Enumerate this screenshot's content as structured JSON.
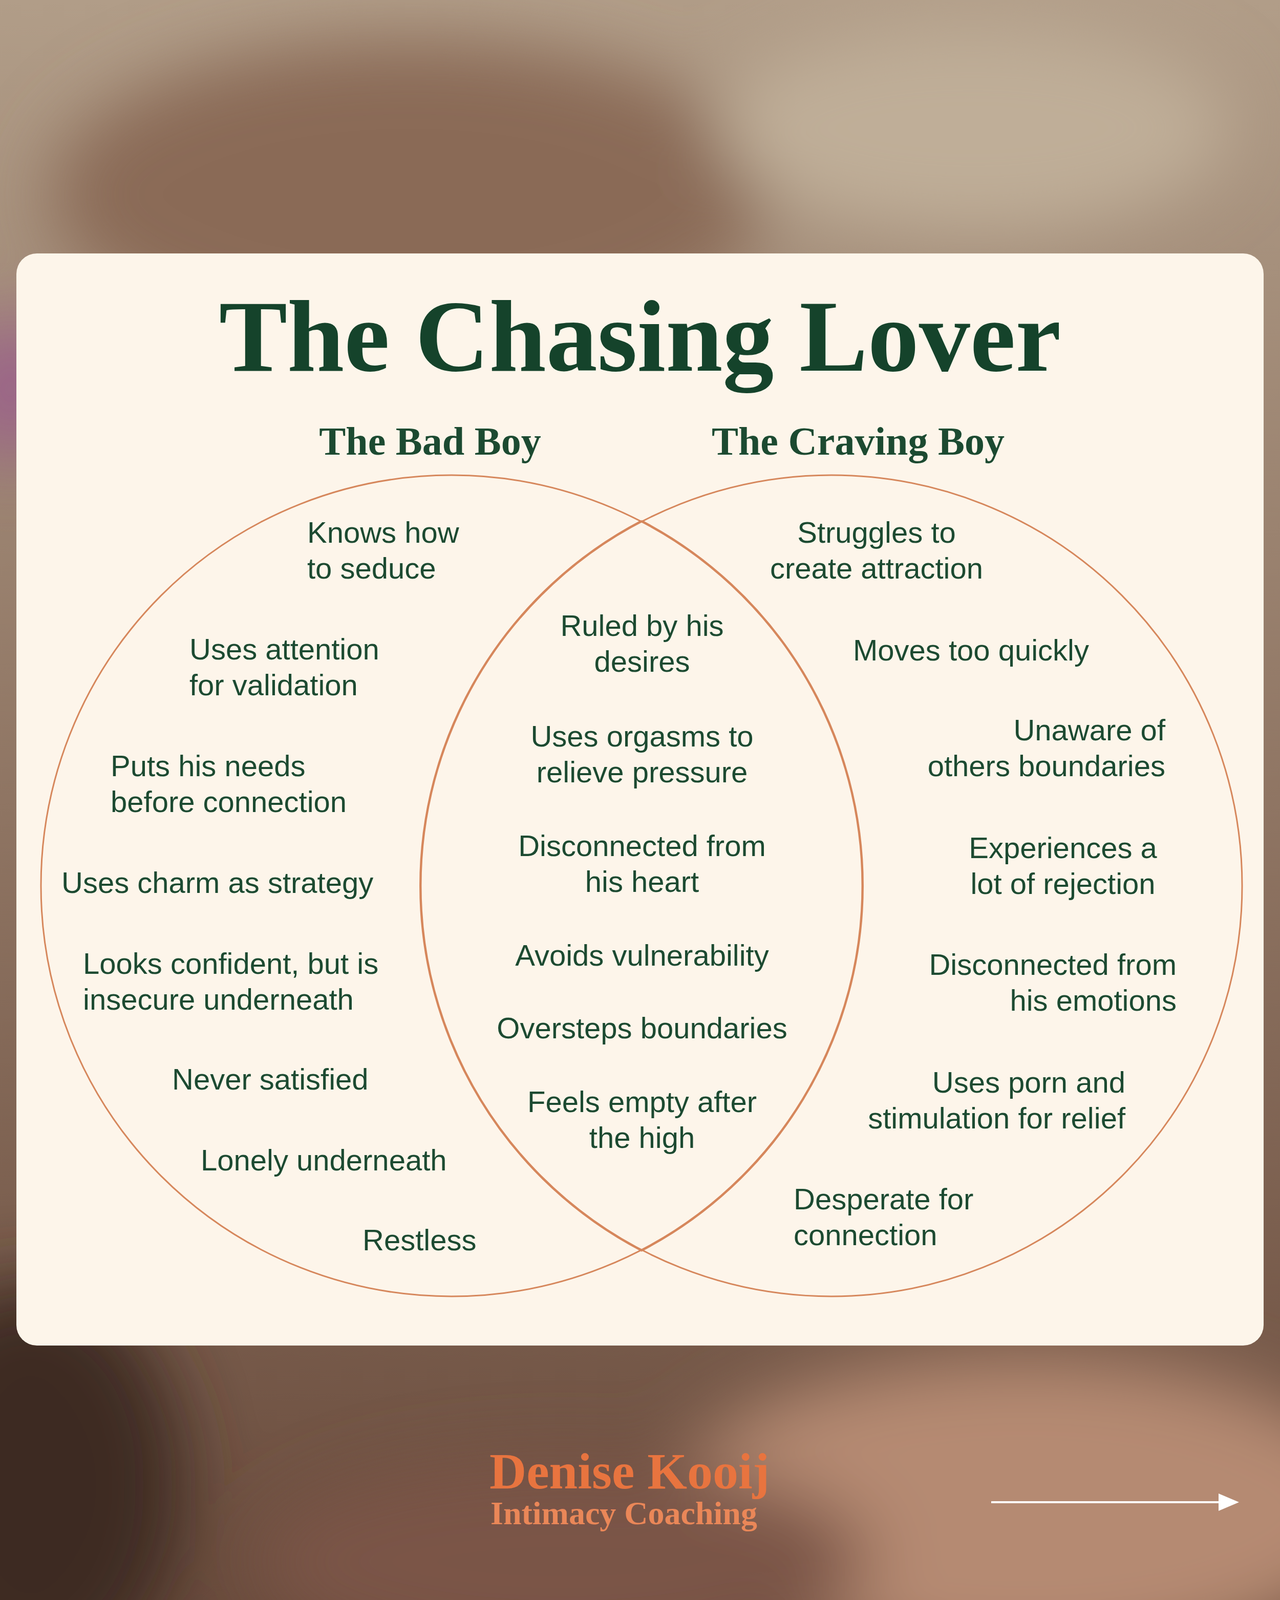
{
  "diagram": {
    "title": "The Chasing Lover",
    "nodes": [
      {
        "text": [
          "The Bad Boy",
          "Knows how to seduce",
          "Uses attention for validation",
          "Puts his needs before connection",
          "Uses charm as strategy",
          "Looks confident, but is insecure underneath",
          "Never satisfied",
          "Lonely underneath",
          "Restless"
        ]
      },
      {
        "text": [
          "Ruled by his desires",
          "Uses orgasms to relieve pressure",
          "Disconnected from his heart",
          "Avoids vulnerability",
          "Oversteps boundaries",
          "Feels empty after the high"
        ]
      },
      {
        "text": [
          "The Craving Boy",
          "Struggles to create attraction",
          "Moves too quickly",
          "Unaware of others boundaries",
          "Experiences a lot of rejection",
          "Disconnected from his emotions",
          "Uses porn and stimulation for relief",
          "Desperate for connection"
        ]
      }
    ],
    "labels": [
      "Denise Kooij",
      "Intimacy Coaching"
    ]
  }
}
